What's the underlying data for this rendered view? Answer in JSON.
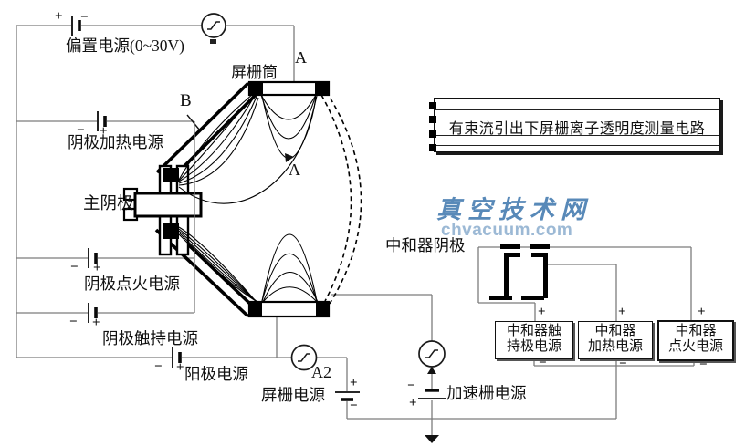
{
  "diagram": {
    "title_box": {
      "text": "有束流引出下屏栅离子透明度测量电路"
    },
    "watermark": {
      "name": "真空技术网",
      "url": "chvacuum.com"
    },
    "labels": {
      "bias_supply": "偏置电源(0~30V)",
      "screen_grid_cylinder": "屏栅筒",
      "terminal_a": "A",
      "terminal_b": "B",
      "cathode_heater_supply": "阴极加热电源",
      "main_cathode": "主阴极",
      "field_region_a": "A",
      "cathode_ignition_supply": "阴极点火电源",
      "cathode_keeper_supply": "阴极触持电源",
      "anode_supply": "阳极电源",
      "ammeter_a2": "A2",
      "screen_grid_supply": "屏栅电源",
      "accel_grid_supply": "加速栅电源",
      "neutralizer_cathode": "中和器阴极"
    },
    "polarity": {
      "plus": "+",
      "minus": "−"
    },
    "neutralizer_supplies": [
      {
        "line1": "中和器触",
        "line2": "持极电源"
      },
      {
        "line1": "中和器",
        "line2": "加热电源"
      },
      {
        "line1": "中和器",
        "line2": "点火电源"
      }
    ],
    "colors": {
      "wire": "#7c7c7c",
      "structure": "#000000",
      "watermark_name": "#4a7fb3",
      "watermark_url": "#9cb9d5",
      "background": "#ffffff"
    }
  }
}
